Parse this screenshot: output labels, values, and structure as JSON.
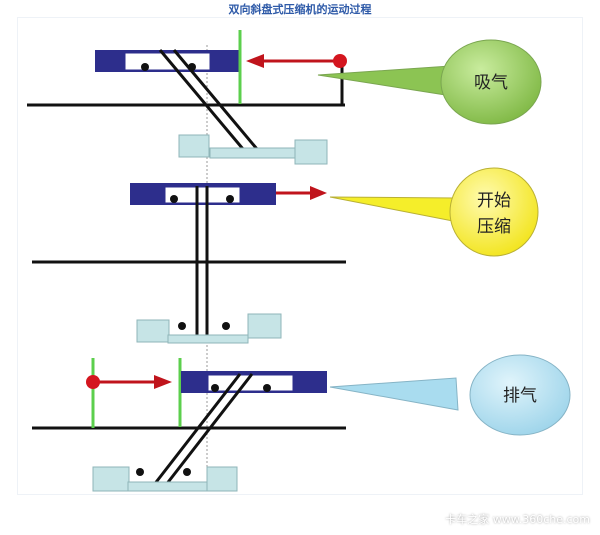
{
  "title": "双向斜盘式压缩机的运动过程",
  "stages": [
    {
      "id": "intake",
      "label_lines": [
        "吸气"
      ],
      "bubble_color": "#8cc453"
    },
    {
      "id": "start-compress",
      "label_lines": [
        "开始",
        "压缩"
      ],
      "bubble_color": "#f5ee2a"
    },
    {
      "id": "exhaust",
      "label_lines": [
        "排气"
      ],
      "bubble_color": "#a9dcef"
    }
  ],
  "watermark": "卡车之家 www.360che.com",
  "colors": {
    "piston": "#2d2e8c",
    "rod": "#111111",
    "arrow": "#c0141c",
    "valve": "#5ccf4d",
    "bottom_block": "#c6e4e6"
  }
}
